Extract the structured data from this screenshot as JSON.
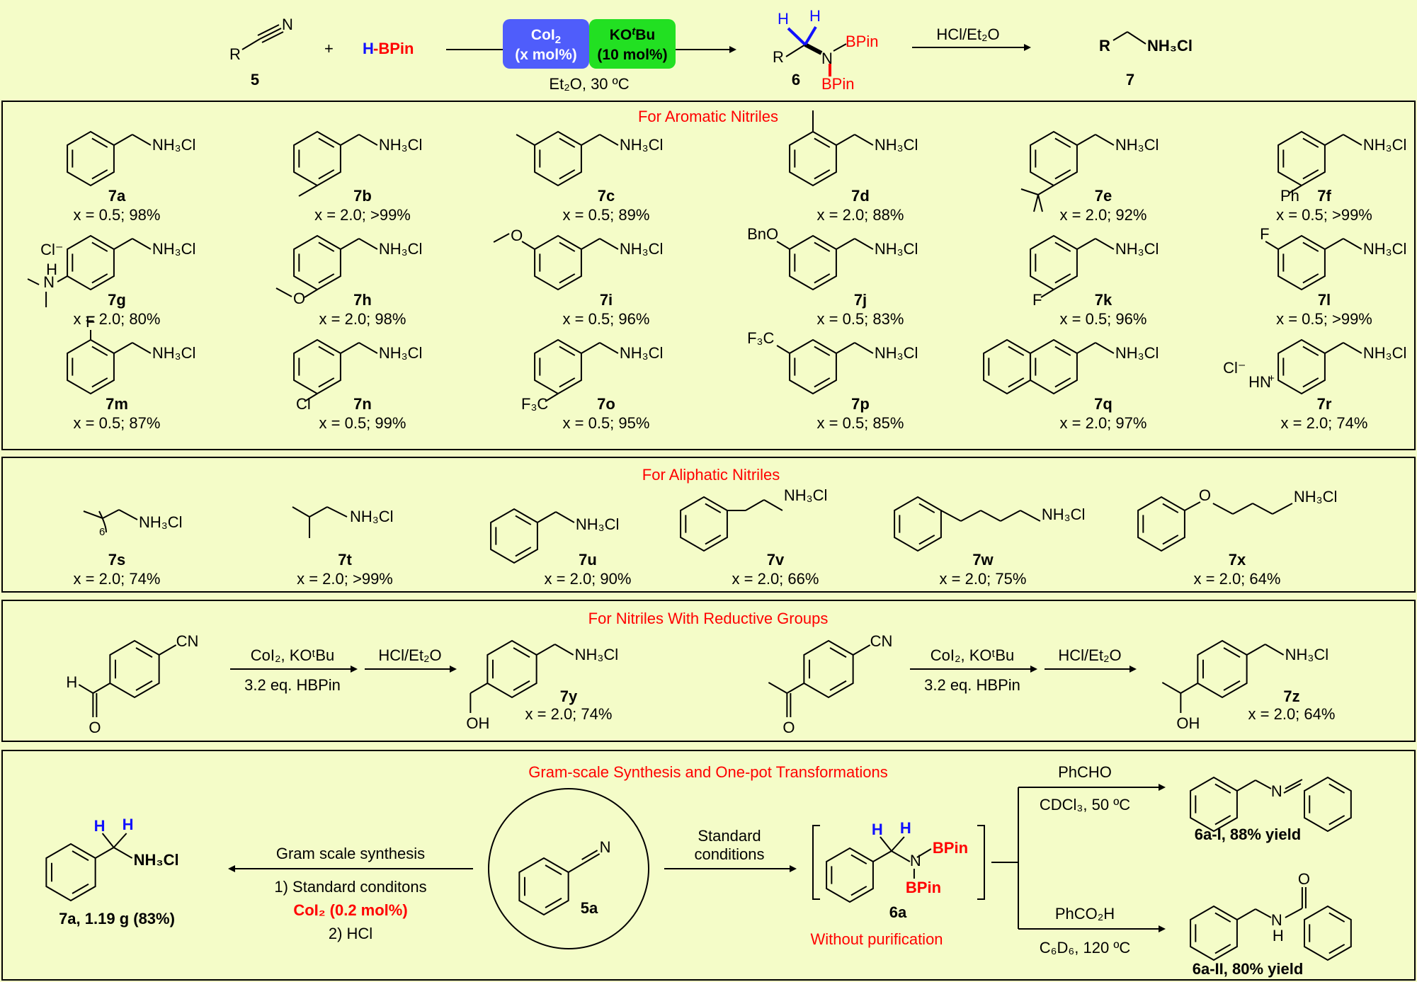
{
  "scheme": {
    "reactant_label": "5",
    "plus": "+",
    "reagent_h": "H",
    "reagent_bpin": "-BPin",
    "catalyst_box": {
      "line1": "CoI",
      "line1_sub": "2",
      "line2": "(x mol%)",
      "color": "#4f5dfb"
    },
    "base_box": {
      "line1": "KO",
      "line1_sup": "t",
      "line1_end": "Bu",
      "line2": "(10 mol%)",
      "color": "#22e022"
    },
    "conditions": "Et₂O, 30 ºC",
    "intermediate_label": "6",
    "intermediate_bpin1": "BPin",
    "intermediate_bpin2": "BPin",
    "acid": "HCl/Et₂O",
    "product_label": "7",
    "product_amine": "NH₃Cl",
    "atom_R": "R",
    "atom_N": "N",
    "atom_H": "H"
  },
  "aromatic": {
    "header": "For Aromatic Nitriles",
    "entries": [
      {
        "id": "7a",
        "cond": "x = 0.5; 98%",
        "sub": "",
        "amine": "NH₃Cl"
      },
      {
        "id": "7b",
        "cond": "x = 2.0; >99%",
        "sub": "",
        "amine": "NH₃Cl"
      },
      {
        "id": "7c",
        "cond": "x = 0.5; 89%",
        "sub": "",
        "amine": "NH₃Cl"
      },
      {
        "id": "7d",
        "cond": "x = 2.0; 88%",
        "sub": "",
        "amine": "NH₃Cl"
      },
      {
        "id": "7e",
        "cond": "x = 2.0; 92%",
        "sub": "",
        "amine": "NH₃Cl"
      },
      {
        "id": "7f",
        "cond": "x = 0.5; >99%",
        "sub": "Ph",
        "amine": "NH₃Cl"
      },
      {
        "id": "7g",
        "cond": "x = 2.0; 80%",
        "sub": "Cl⁻",
        "amine": "NH₃Cl"
      },
      {
        "id": "7h",
        "cond": "x = 2.0; 98%",
        "sub": "O",
        "amine": "NH₃Cl"
      },
      {
        "id": "7i",
        "cond": "x = 0.5; 96%",
        "sub": "O",
        "amine": "NH₃Cl"
      },
      {
        "id": "7j",
        "cond": "x = 0.5; 83%",
        "sub": "BnO",
        "amine": "NH₃Cl"
      },
      {
        "id": "7k",
        "cond": "x = 0.5; 96%",
        "sub": "F",
        "amine": "NH₃Cl"
      },
      {
        "id": "7l",
        "cond": "x = 0.5; >99%",
        "sub": "F",
        "amine": "NH₃Cl"
      },
      {
        "id": "7m",
        "cond": "x = 0.5; 87%",
        "sub": "F",
        "amine": "NH₃Cl"
      },
      {
        "id": "7n",
        "cond": "x = 0.5; 99%",
        "sub": "Cl",
        "amine": "NH₃Cl"
      },
      {
        "id": "7o",
        "cond": "x = 0.5; 95%",
        "sub": "F₃C",
        "amine": "NH₃Cl"
      },
      {
        "id": "7p",
        "cond": "x = 0.5; 85%",
        "sub": "F₃C",
        "amine": "NH₃Cl"
      },
      {
        "id": "7q",
        "cond": "x = 2.0; 97%",
        "sub": "",
        "amine": "NH₃Cl"
      },
      {
        "id": "7r",
        "cond": "x = 2.0; 74%",
        "sub": "Cl⁻",
        "amine": "NH₃Cl"
      }
    ],
    "g_N": "N",
    "g_H": "H",
    "r_HN": "HN",
    "r_plus": "+"
  },
  "aliphatic": {
    "header": "For  Aliphatic Nitriles",
    "entries": [
      {
        "id": "7s",
        "cond": "x = 2.0; 74%",
        "amine": "NH₃Cl",
        "extra": "6"
      },
      {
        "id": "7t",
        "cond": "x = 2.0; >99%",
        "amine": "NH₃Cl"
      },
      {
        "id": "7u",
        "cond": "x = 2.0; 90%",
        "amine": "NH₃Cl"
      },
      {
        "id": "7v",
        "cond": "x = 2.0; 66%",
        "amine": "NH₃Cl"
      },
      {
        "id": "7w",
        "cond": "x = 2.0; 75%",
        "amine": "NH₃Cl"
      },
      {
        "id": "7x",
        "cond": "x = 2.0; 64%",
        "amine": "NH₃Cl",
        "extra": "O"
      }
    ]
  },
  "reductive": {
    "header": "For  Nitriles With Reductive Groups",
    "reagents_top": "CoI₂, KOᵗBu",
    "reagents_bottom": "3.2 eq. HBPin",
    "acid": "HCl/Et₂O",
    "cn": "CN",
    "left": {
      "H": "H",
      "O": "O",
      "product_id": "7y",
      "cond": "x = 2.0; 74%",
      "amine": "NH₃Cl",
      "oh": "OH"
    },
    "right": {
      "O": "O",
      "product_id": "7z",
      "cond": "x = 2.0; 64%",
      "amine": "NH₃Cl",
      "oh": "OH"
    }
  },
  "gram": {
    "header": "Gram-scale Synthesis and One-pot Transformations",
    "product": {
      "label": "7a, 1.19 g (83%)",
      "amine": "NH₃Cl",
      "H": "H"
    },
    "arrow_top": "Gram scale synthesis",
    "step1": "1) Standard conditons",
    "step_cat": "CoI₂ (0.2 mol%)",
    "step2": "2) HCl",
    "start": {
      "label": "5a",
      "N": "N"
    },
    "cond1": "Standard",
    "cond2": "conditions",
    "intermediate": {
      "label": "6a",
      "note": "Without purification",
      "bpin": "BPin",
      "N": "N",
      "H": "H"
    },
    "top": {
      "reagent": "PhCHO",
      "cond": "CDCl₃, 50 ºC",
      "label": "6a-I, 88% yield",
      "N": "N"
    },
    "bottom": {
      "reagent": "PhCO₂H",
      "cond": "C₆D₆, 120 ºC",
      "label": "6a-II, 80% yield",
      "O": "O",
      "N": "N",
      "H": "H"
    }
  }
}
